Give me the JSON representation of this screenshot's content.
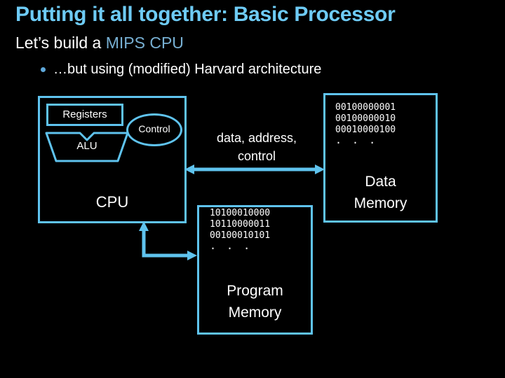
{
  "slide": {
    "title": "Putting it all together: Basic Processor",
    "subtitle_lead": "Let’s build a ",
    "subtitle_accent": "MIPS CPU",
    "bullet": "…but using (modified) Harvard architecture",
    "background_color": "#000000",
    "accent_color": "#6ECBF5",
    "line_color": "#5FC3EE",
    "text_color": "#FFFFFF"
  },
  "diagram": {
    "cpu": {
      "label": "CPU",
      "registers_label": "Registers",
      "alu_label": "ALU",
      "control_label": "Control"
    },
    "bus_label": "data, address,\ncontrol",
    "bus_label_line1": "data, address,",
    "bus_label_line2": "control",
    "data_memory": {
      "label_line1": "Data",
      "label_line2": "Memory",
      "bits": [
        "00100000001",
        "00100000010",
        "00010000100"
      ],
      "ellipsis": "· · ·"
    },
    "program_memory": {
      "label_line1": "Program",
      "label_line2": "Memory",
      "bits": [
        "10100010000",
        "10110000011",
        "00100010101"
      ],
      "ellipsis": "· · ·"
    }
  }
}
